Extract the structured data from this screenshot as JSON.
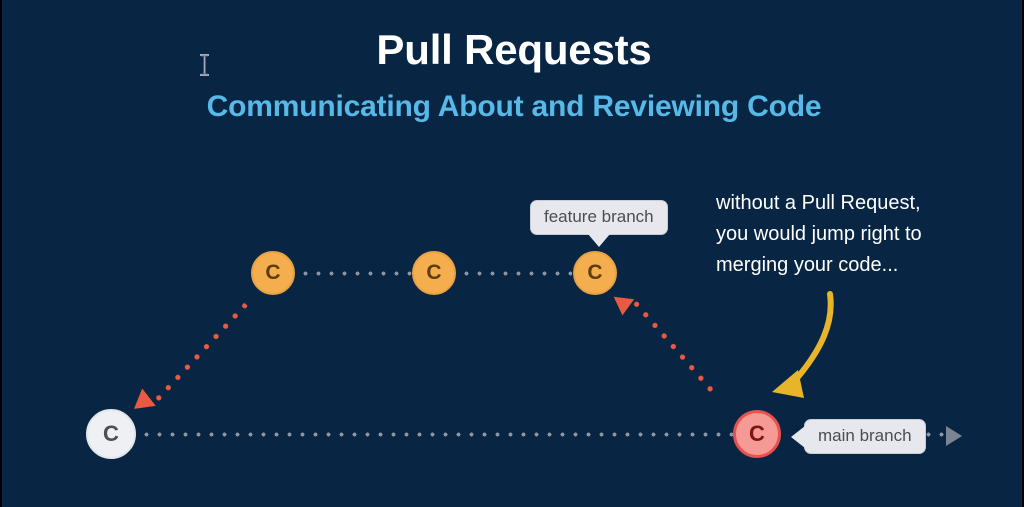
{
  "slide": {
    "background_color": "#082644",
    "title": "Pull Requests",
    "title_color": "#ffffff",
    "subtitle": "Communicating About and Reviewing Code",
    "subtitle_color": "#56b9e8"
  },
  "annotation": {
    "line1": "without a Pull Request,",
    "line2": "you would jump right to",
    "line3": "merging your code...",
    "color": "#ffffff"
  },
  "labels": {
    "feature_branch": "feature branch",
    "main_branch": "main branch",
    "label_bg": "#e6e8ee",
    "label_text_color": "#4a4d53"
  },
  "diagram": {
    "commit_letter": "C",
    "feature_node_color": "#f5ae4e",
    "main_node_color": "#f59a95",
    "main_node_border": "#e8514d",
    "base_node_color": "#eef0f4",
    "dotted_line_color": "#8c96a3",
    "red_arrow_color": "#ea5942",
    "yellow_arrow_color": "#e8b42a",
    "gray_arrowhead_color": "#7b858f",
    "feature_commits": [
      {
        "id": "feature-commit-1",
        "letter": "C"
      },
      {
        "id": "feature-commit-2",
        "letter": "C"
      },
      {
        "id": "feature-commit-3",
        "letter": "C"
      }
    ],
    "main_commits": [
      {
        "id": "base-commit",
        "letter": "C"
      },
      {
        "id": "main-head-commit",
        "letter": "C"
      }
    ]
  },
  "cursor": {
    "type": "i-beam-text-cursor"
  }
}
